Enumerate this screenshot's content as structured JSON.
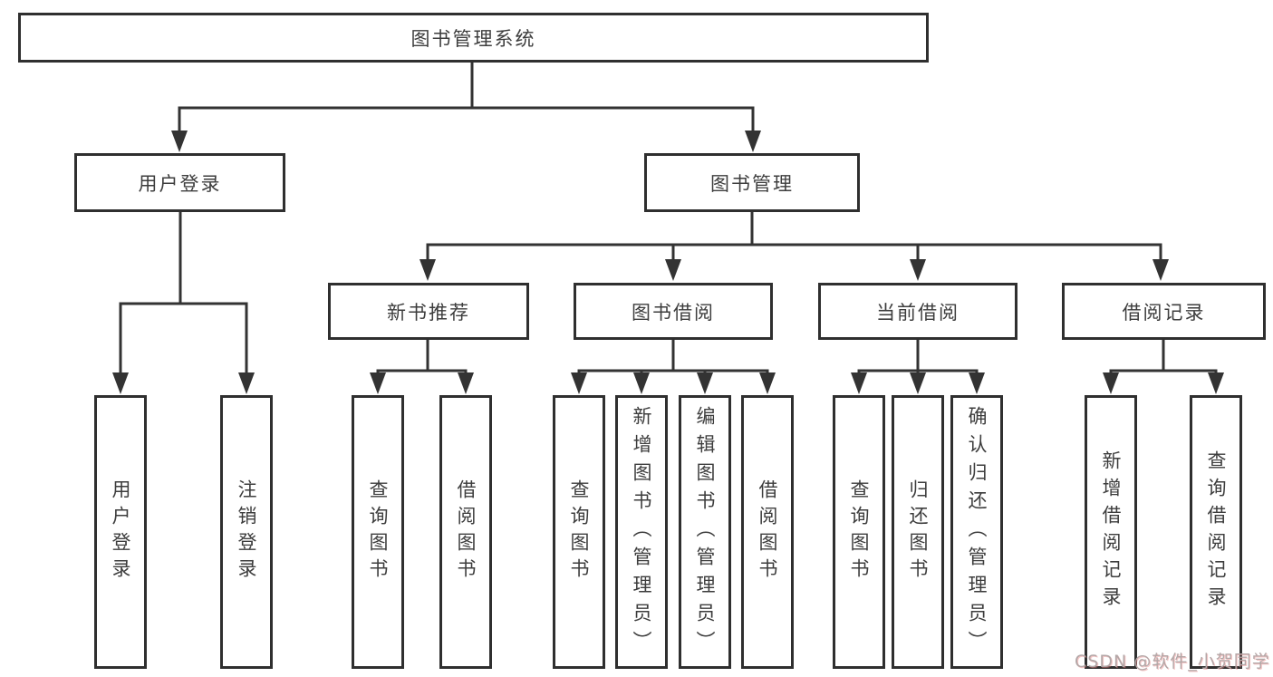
{
  "diagram": {
    "root": {
      "label": "图书管理系统"
    },
    "level2": [
      {
        "label": "用户登录"
      },
      {
        "label": "图书管理"
      }
    ],
    "level3": [
      {
        "label": "新书推荐"
      },
      {
        "label": "图书借阅"
      },
      {
        "label": "当前借阅"
      },
      {
        "label": "借阅记录"
      }
    ],
    "leaves": [
      "用户登录",
      "注销登录",
      "查询图书",
      "借阅图书",
      "查询图书",
      "新增图书（管理员）",
      "编辑图书（管理员）",
      "借阅图书",
      "查询图书",
      "归还图书",
      "确认归还（管理员）",
      "新增借阅记录",
      "查询借阅记录"
    ],
    "colors": {
      "line": "#333333",
      "box_border": "#2f2f2f",
      "text": "#3d3d3d",
      "background": "#ffffff"
    }
  },
  "watermark": {
    "text": "CSDN @软件_小贺同学",
    "color": "#b3a7a7"
  }
}
